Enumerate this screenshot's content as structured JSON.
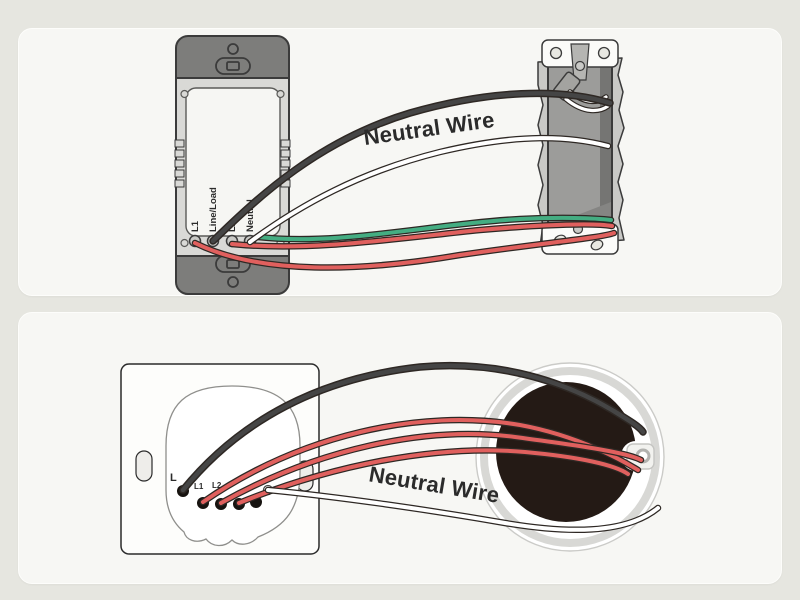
{
  "colors": {
    "page_bg": "#e6e6e0",
    "panel_bg": "#f7f7f4",
    "panel_border": "#fdfdfb",
    "label_text": "#2b2b2b",
    "wire_outline": "#2e2824",
    "wire_black": "#454545",
    "wire_white": "#ffffff",
    "wire_green": "#44ad82",
    "wire_red": "#e0605e",
    "switch_dark": "#7d7d7b",
    "switch_body": "#d9d9d6",
    "switch_face": "#f6f6f3",
    "box_flange": "#c9c9c6",
    "box_interior": "#9c9c9a",
    "round_box_dark": "#241a15",
    "ring_gray": "#d8d8d5"
  },
  "top": {
    "neutral_label": "Neutral Wire",
    "switch": {
      "terminals": [
        "L1",
        "Line/Load",
        "L2",
        "Neutral"
      ]
    }
  },
  "bottom": {
    "neutral_label": "Neutral Wire",
    "switch": {
      "terminals": [
        "L",
        "L1",
        "L2"
      ]
    }
  }
}
